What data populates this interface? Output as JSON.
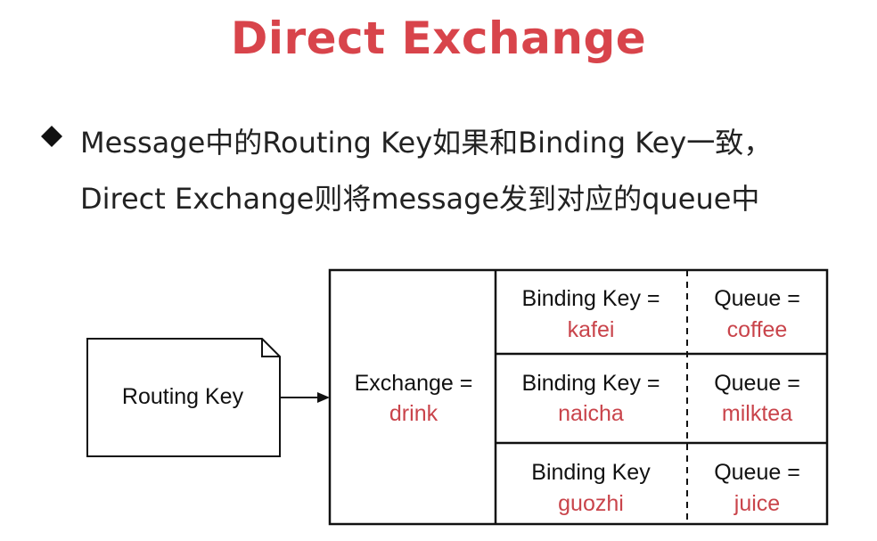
{
  "title": "Direct Exchange",
  "bullet": {
    "line1": "Message中的Routing Key如果和Binding Key一致，",
    "line2": "Direct Exchange则将message发到对应的queue中"
  },
  "diagram": {
    "routing_key_label": "Routing Key",
    "exchange_label": "Exchange =",
    "exchange_value": "drink",
    "rows": [
      {
        "binding_label": "Binding Key =",
        "binding_value": "kafei",
        "queue_label": "Queue =",
        "queue_value": "coffee"
      },
      {
        "binding_label": "Binding Key =",
        "binding_value": "naicha",
        "queue_label": "Queue =",
        "queue_value": "milktea"
      },
      {
        "binding_label": "Binding Key",
        "binding_value": "guozhi",
        "queue_label": "Queue =",
        "queue_value": "juice"
      }
    ]
  },
  "colors": {
    "title": "#d8444b",
    "value_text": "#c9444b",
    "text": "#111111"
  }
}
